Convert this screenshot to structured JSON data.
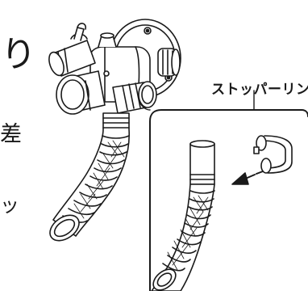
{
  "side_text": [
    "り",
    "差",
    "ッ"
  ],
  "callout_label": "ストッパーリン",
  "colors": {
    "ink": "#1a1a1a",
    "background": "#ffffff"
  }
}
